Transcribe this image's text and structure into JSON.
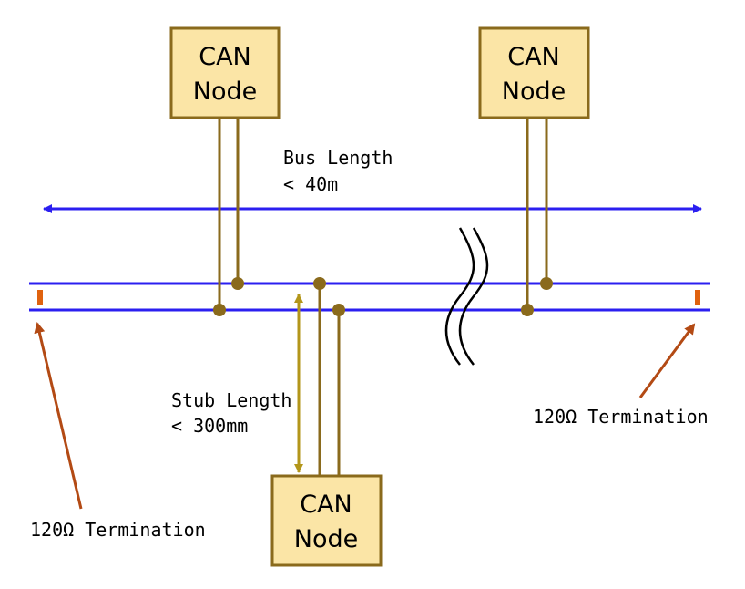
{
  "nodes": [
    {
      "line1": "CAN",
      "line2": "Node"
    },
    {
      "line1": "CAN",
      "line2": "Node"
    },
    {
      "line1": "CAN",
      "line2": "Node"
    }
  ],
  "bus_length": {
    "line1": "Bus Length",
    "line2": "< 40m"
  },
  "stub_length": {
    "line1": "Stub Length",
    "line2": "< 300mm"
  },
  "termination_left": "120Ω Termination",
  "termination_right": "120Ω Termination",
  "colors": {
    "bus": "#2b1ff0",
    "stub": "#8a6a1c",
    "stub_arrow": "#b3961a",
    "node_fill": "#fbe5a6",
    "node_border": "#8a6a1c",
    "termination": "#e0620f",
    "termination_arrow": "#b34a14",
    "break_mark": "#000000"
  }
}
